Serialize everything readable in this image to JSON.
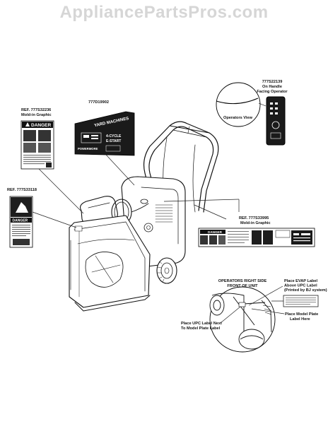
{
  "watermark": "AppliancePartsPros.com",
  "callouts": {
    "part_777d19902": "777D19902",
    "ref_777s32236": "REF. 777S32236",
    "mold_in_1": "Mold-in Graphic",
    "ref_777s33118": "REF. 777S33118",
    "part_777s22139": "777S22139",
    "on_handle": "On Handle",
    "facing_operator": "Facing Operator",
    "operators_view": "Operators View",
    "ref_777s33995": "REF. 777S33995",
    "mold_in_2": "Mold-in Graphic",
    "right_side_1": "OPERATORS RIGHT SIDE",
    "right_side_2": "FRONT OF UNIT",
    "evap_1": "Place EVAP Label",
    "evap_2": "Above UPC Label",
    "evap_3": "(Printed by BJ system)",
    "upc_1": "Place UPC Label Next",
    "upc_2": "To Model Plate Label",
    "model_plate_1": "Place Model Plate",
    "model_plate_2": "Label Here"
  },
  "label_text": {
    "brand": "YARD MACHINES",
    "engine_1": "4-CYCLE",
    "engine_2": "E-START",
    "danger": "DANGER",
    "powermore": "POWERMORE"
  }
}
